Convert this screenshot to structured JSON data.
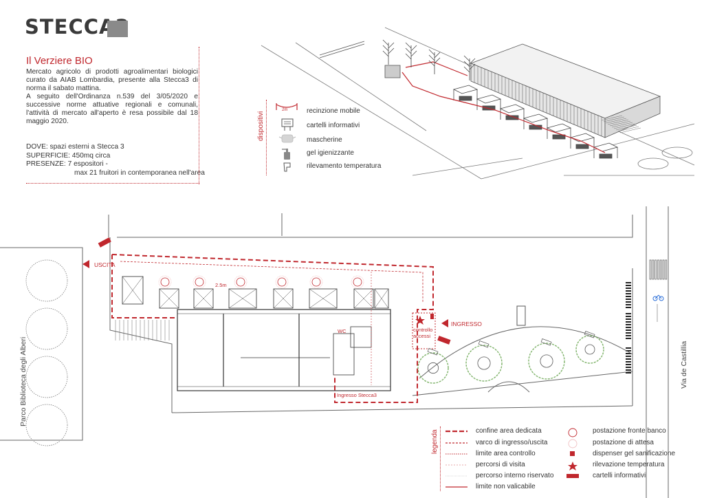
{
  "header": {
    "logo_text": "STECCA3"
  },
  "intro": {
    "title": "Il Verziere BIO",
    "paragraph_1": "Mercato agricolo di prodotti agroalimentari biologici curato da AIAB Lombardia, presente alla Stecca3 di norma il sabato mattina.",
    "paragraph_2": "A seguito dell'Ordinanza n.539 del 3/05/2020 e successive norme attuative regionali e comunali, l'attività di mercato all'aperto è resa possibile dal 18 maggio 2020."
  },
  "facts": {
    "dove": "DOVE: spazi esterni a Stecca 3",
    "superficie": "SUPERFICIE: 450mq circa",
    "presenze": "PRESENZE: 7 espositori -",
    "presenze_2": "max 21 fruitori in contemporanea nell'area"
  },
  "dispositivi": {
    "heading": "dispositivi",
    "barrier_label": "2m",
    "items": [
      "recinzione mobile",
      "cartelli informativi",
      "mascherine",
      "gel igienizzante",
      "rilevamento temperatura"
    ]
  },
  "plan": {
    "uscita": "USCITA",
    "ingresso": "INGRESSO",
    "distance": "2.5m",
    "wc": "WC",
    "controllo_1": "controllo",
    "controllo_2": "accessi",
    "ingresso_stecca": "Ingresso Stecca3",
    "parco": "Parco Biblioteca degli Alberi",
    "via": "Via de Castillia"
  },
  "legenda": {
    "heading": "legenda",
    "lines": [
      "confine area dedicata",
      "varco di ingresso/uscita",
      "limite area controllo",
      "percorsi di visita",
      "percorso interno riservato",
      "limite non valicabile"
    ],
    "symbols": [
      "postazione fronte banco",
      "postazione di attesa",
      "dispenser gel sanificazione",
      "rilevazione temperatura",
      "cartelli informativi"
    ]
  },
  "colors": {
    "accent": "#c0272d",
    "line": "#555555",
    "green": "#7fb36a"
  }
}
